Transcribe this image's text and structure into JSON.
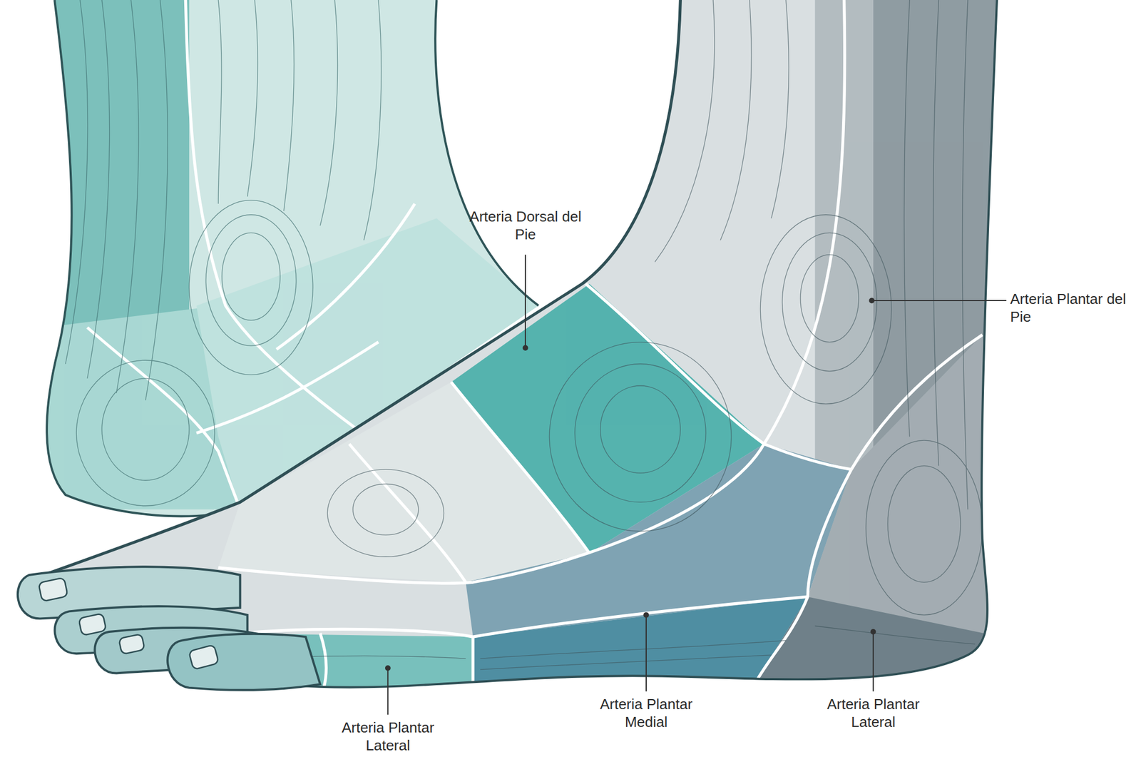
{
  "diagram": {
    "labels": [
      "Arteria Dorsal del Pie",
      "Arteria Plantar del Pie",
      "Arteria Plantar Lateral",
      "Arteria Plantar Medial",
      "Arteria Plantar Lateral"
    ]
  }
}
